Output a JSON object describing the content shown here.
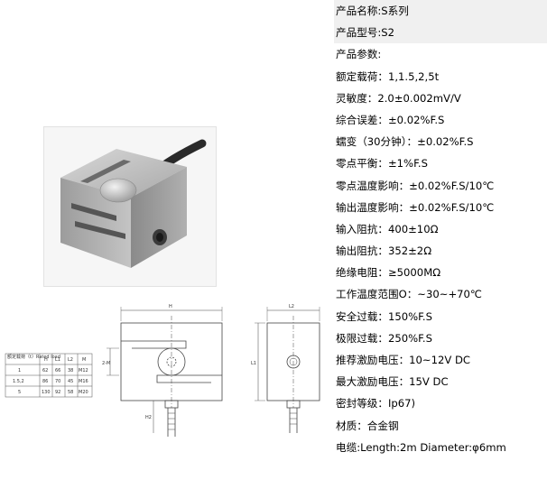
{
  "specs": [
    "产品名称:S系列",
    "产品型号:S2",
    "产品参数:",
    "额定载荷：1,1.5,2,5t",
    "灵敏度：2.0±0.002mV/V",
    "综合误差：±0.02%F.S",
    "蠕变（30分钟）：±0.02%F.S",
    "零点平衡：±1%F.S",
    "零点温度影响：±0.02%F.S/10℃",
    "输出温度影响：±0.02%F.S/10℃",
    "输入阻抗：400±10Ω",
    "输出阻抗：352±2Ω",
    "绝缘电阻：≥5000MΩ",
    "工作温度范围O：~30~+70℃",
    "安全过载：150%F.S",
    "极限过载：250%F.S",
    "推荐激励电压：10~12V DC",
    "最大激励电压：15V DC",
    "密封等级：Ip67)",
    "材质：合金钢",
    "电缆:Length:2m Diameter:φ6mm"
  ],
  "dim_table": {
    "headers": [
      "额定载荷（t）Rated load",
      "H",
      "L1",
      "L2",
      "M"
    ],
    "rows": [
      [
        "1",
        "62",
        "66",
        "38",
        "M12"
      ],
      [
        "1.5,2",
        "86",
        "70",
        "45",
        "M16"
      ],
      [
        "5",
        "130",
        "92",
        "58",
        "M20"
      ]
    ]
  },
  "dim_labels": {
    "h": "H",
    "l1": "L1",
    "l2": "L2",
    "h2": "H2",
    "small": "2-M"
  }
}
